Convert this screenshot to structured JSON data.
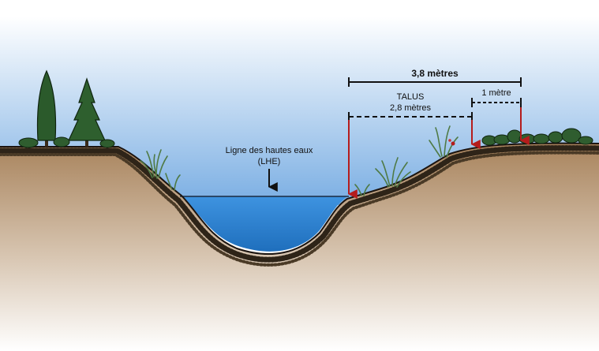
{
  "labels": {
    "total_width": "3,8 mètres",
    "talus_title": "TALUS",
    "talus_width": "2,8 mètres",
    "one_meter": "1 mètre",
    "lhe_line1": "Ligne des hautes eaux",
    "lhe_line2": "(LHE)"
  },
  "colors": {
    "sky_top": "#ffffff",
    "sky_bottom": "#7aaee3",
    "water": "#2f86d6",
    "soil_top": "#a8835c",
    "soil_bottom": "#ffffff",
    "gravel": "#2e2418",
    "marker_arrow": "#b51c1c",
    "dimension_line": "#111111",
    "vegetation": "#2f5d2f"
  },
  "icons": {
    "trees": "conifer-tree-icon",
    "grass": "grass-tuft-icon",
    "shrubs": "shrub-icon",
    "flower": "flower-icon"
  }
}
